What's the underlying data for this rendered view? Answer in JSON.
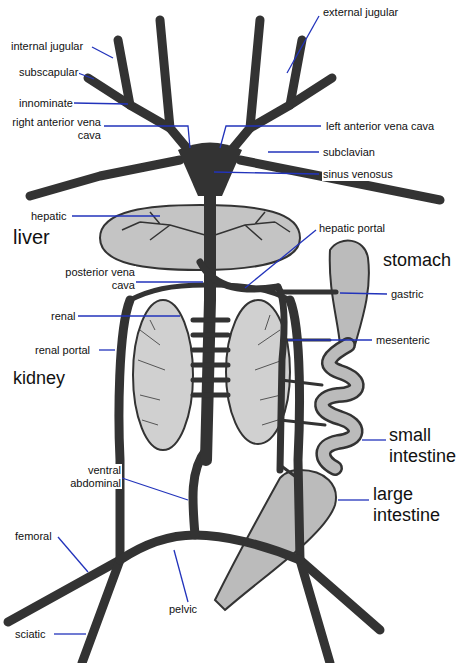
{
  "diagram": {
    "labels": [
      "external jugular",
      "internal jugular",
      "subscapular",
      "innominate",
      "right anterior vena cava",
      "left anterior vena cava",
      "subclavian",
      "sinus venosus",
      "hepatic",
      "liver",
      "hepatic portal",
      "stomach",
      "posterior vena cava",
      "gastric",
      "renal",
      "mesenteric",
      "renal portal",
      "kidney",
      "small intestine",
      "ventral abdominal",
      "large intestine",
      "femoral",
      "sciatic",
      "pelvic"
    ]
  }
}
